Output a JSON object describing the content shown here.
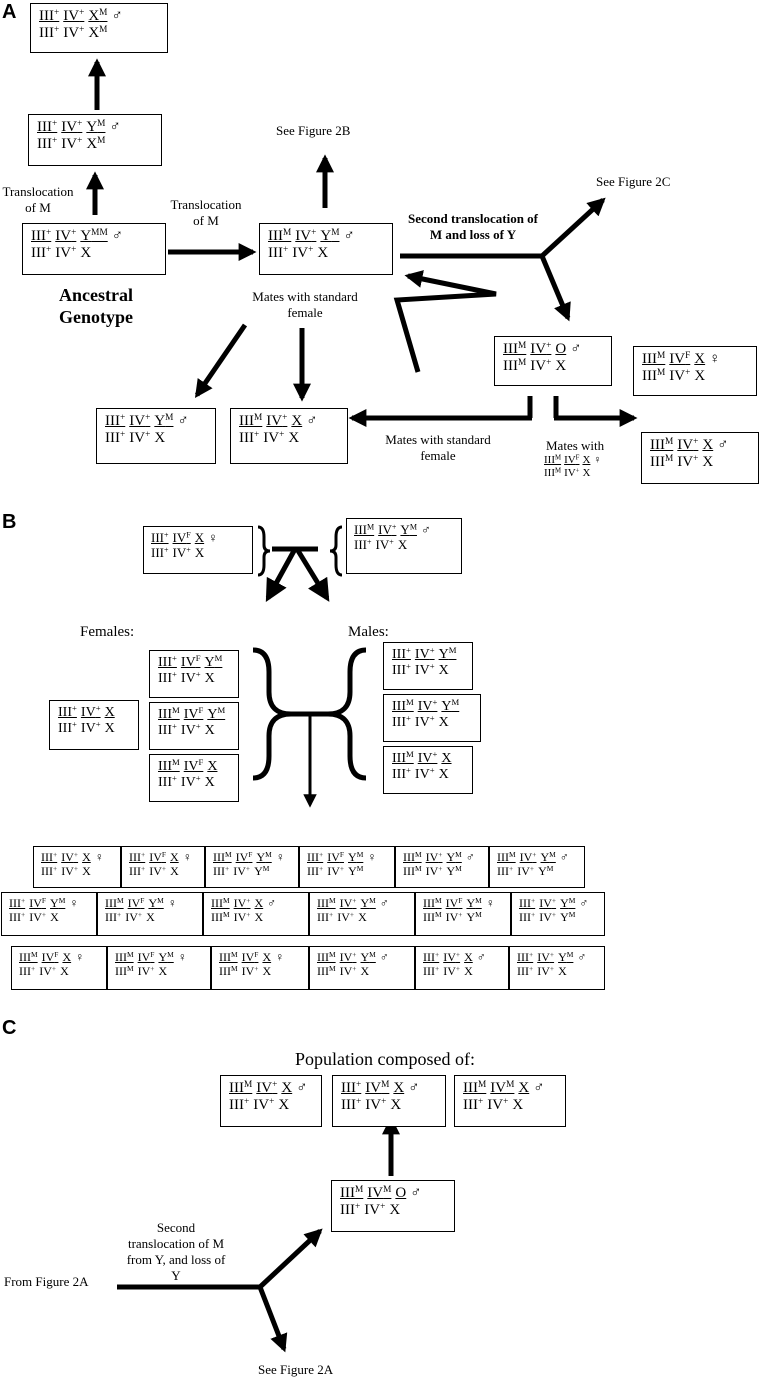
{
  "panels": {
    "a": "A",
    "b": "B",
    "c": "C"
  },
  "labels": {
    "a_translocation_left": "Translocation of M",
    "a_translocation_mid": "Translocation of M",
    "a_see_2b": "See Figure 2B",
    "a_see_2c": "See Figure 2C",
    "a_second_translocation": "Second translocation of M and loss of Y",
    "a_ancestral": "Ancestral Genotype",
    "a_mates_standard_1": "Mates with standard female",
    "a_mates_standard_2": "Mates with standard female",
    "a_mates_with": "Mates with",
    "b_females": "Females:",
    "b_males": "Males:",
    "c_population": "Population composed of:",
    "c_second_translocation": "Second translocation of M from Y, and loss of Y",
    "c_from_2a": "From Figure 2A",
    "c_see_2a": "See Figure 2A"
  },
  "genotypes": [
    {
      "id": "a1",
      "top": [
        "III+",
        "IV+",
        "XM",
        "♂"
      ],
      "bot": [
        "III+",
        "IV+",
        "XM"
      ]
    },
    {
      "id": "a2",
      "top": [
        "III+",
        "IV+",
        "YM",
        "♂"
      ],
      "bot": [
        "III+",
        "IV+",
        "XM"
      ]
    },
    {
      "id": "a3",
      "top": [
        "III+",
        "IV+",
        "YMM",
        "♂"
      ],
      "bot": [
        "III+",
        "IV+",
        "X"
      ]
    },
    {
      "id": "a4",
      "top": [
        "IIIM",
        "IV+",
        "YM",
        "♂"
      ],
      "bot": [
        "III+",
        "IV+",
        "X"
      ]
    },
    {
      "id": "a5",
      "top": [
        "IIIM",
        "IV+",
        "O",
        "♂"
      ],
      "bot": [
        "IIIM",
        "IV+",
        "X"
      ]
    },
    {
      "id": "a6",
      "top": [
        "IIIM",
        "IVF",
        "X",
        "♀"
      ],
      "bot": [
        "IIIM",
        "IV+",
        "X"
      ]
    },
    {
      "id": "a7",
      "top": [
        "III+",
        "IV+",
        "YM",
        "♂"
      ],
      "bot": [
        "III+",
        "IV+",
        "X"
      ]
    },
    {
      "id": "a8",
      "top": [
        "IIIM",
        "IV+",
        "X",
        "♂"
      ],
      "bot": [
        "III+",
        "IV+",
        "X"
      ]
    },
    {
      "id": "a9",
      "top": [
        "IIIM",
        "IV+",
        "X",
        "♂"
      ],
      "bot": [
        "IIIM",
        "IV+",
        "X"
      ]
    },
    {
      "id": "a_inline",
      "top": [
        "IIIM",
        "IVF",
        "X",
        "♀"
      ],
      "bot": [
        "IIIM",
        "IV+",
        "X"
      ]
    },
    {
      "id": "b1",
      "top": [
        "III+",
        "IVF",
        "X",
        "♀"
      ],
      "bot": [
        "III+",
        "IV+",
        "X"
      ]
    },
    {
      "id": "b2",
      "top": [
        "IIIM",
        "IV+",
        "YM",
        "♂"
      ],
      "bot": [
        "III+",
        "IV+",
        "X"
      ]
    },
    {
      "id": "bf0",
      "top": [
        "III+",
        "IV+",
        "X"
      ],
      "bot": [
        "III+",
        "IV+",
        "X"
      ]
    },
    {
      "id": "bf1",
      "top": [
        "III+",
        "IVF",
        "YM"
      ],
      "bot": [
        "III+",
        "IV+",
        "X"
      ]
    },
    {
      "id": "bf2",
      "top": [
        "IIIM",
        "IVF",
        "YM"
      ],
      "bot": [
        "III+",
        "IV+",
        "X"
      ]
    },
    {
      "id": "bf3",
      "top": [
        "IIIM",
        "IVF",
        "X"
      ],
      "bot": [
        "III+",
        "IV+",
        "X"
      ]
    },
    {
      "id": "bm1",
      "top": [
        "III+",
        "IV+",
        "YM"
      ],
      "bot": [
        "III+",
        "IV+",
        "X"
      ]
    },
    {
      "id": "bm2",
      "top": [
        "IIIM",
        "IV+",
        "YM"
      ],
      "bot": [
        "III+",
        "IV+",
        "X"
      ]
    },
    {
      "id": "bm3",
      "top": [
        "IIIM",
        "IV+",
        "X"
      ],
      "bot": [
        "III+",
        "IV+",
        "X"
      ]
    },
    {
      "id": "g1",
      "top": [
        "III+",
        "IV+",
        "X",
        "♀"
      ],
      "bot": [
        "III+",
        "IV+",
        "X"
      ]
    },
    {
      "id": "g2",
      "top": [
        "III+",
        "IVF",
        "X",
        "♀"
      ],
      "bot": [
        "III+",
        "IV+",
        "X"
      ]
    },
    {
      "id": "g3",
      "top": [
        "IIIM",
        "IVF",
        "YM",
        "♀"
      ],
      "bot": [
        "III+",
        "IV+",
        "YM"
      ]
    },
    {
      "id": "g4",
      "top": [
        "III+",
        "IVF",
        "YM",
        "♀"
      ],
      "bot": [
        "III+",
        "IV+",
        "YM"
      ]
    },
    {
      "id": "g5",
      "top": [
        "IIIM",
        "IV+",
        "YM",
        "♂"
      ],
      "bot": [
        "IIIM",
        "IV+",
        "YM"
      ]
    },
    {
      "id": "g6",
      "top": [
        "IIIM",
        "IV+",
        "YM",
        "♂"
      ],
      "bot": [
        "III+",
        "IV+",
        "YM"
      ]
    },
    {
      "id": "g7",
      "top": [
        "III+",
        "IVF",
        "YM",
        "♀"
      ],
      "bot": [
        "III+",
        "IV+",
        "X"
      ]
    },
    {
      "id": "g8",
      "top": [
        "IIIM",
        "IVF",
        "YM",
        "♀"
      ],
      "bot": [
        "III+",
        "IV+",
        "X"
      ]
    },
    {
      "id": "g9",
      "top": [
        "IIIM",
        "IV+",
        "X",
        "♂"
      ],
      "bot": [
        "IIIM",
        "IV+",
        "X"
      ]
    },
    {
      "id": "g10",
      "top": [
        "IIIM",
        "IV+",
        "YM",
        "♂"
      ],
      "bot": [
        "III+",
        "IV+",
        "X"
      ]
    },
    {
      "id": "g11",
      "top": [
        "IIIM",
        "IVF",
        "YM",
        "♀"
      ],
      "bot": [
        "IIIM",
        "IV+",
        "YM"
      ]
    },
    {
      "id": "g12",
      "top": [
        "III+",
        "IV+",
        "YM",
        "♂"
      ],
      "bot": [
        "III+",
        "IV+",
        "YM"
      ]
    },
    {
      "id": "g13",
      "top": [
        "IIIM",
        "IVF",
        "X",
        "♀"
      ],
      "bot": [
        "III+",
        "IV+",
        "X"
      ]
    },
    {
      "id": "g14",
      "top": [
        "IIIM",
        "IVF",
        "YM",
        "♀"
      ],
      "bot": [
        "IIIM",
        "IV+",
        "X"
      ]
    },
    {
      "id": "g15",
      "top": [
        "IIIM",
        "IVF",
        "X",
        "♀"
      ],
      "bot": [
        "IIIM",
        "IV+",
        "X"
      ]
    },
    {
      "id": "g16",
      "top": [
        "IIIM",
        "IV+",
        "YM",
        "♂"
      ],
      "bot": [
        "IIIM",
        "IV+",
        "X"
      ]
    },
    {
      "id": "g17",
      "top": [
        "III+",
        "IV+",
        "X",
        "♂"
      ],
      "bot": [
        "III+",
        "IV+",
        "X"
      ]
    },
    {
      "id": "g18",
      "top": [
        "III+",
        "IV+",
        "YM",
        "♂"
      ],
      "bot": [
        "III+",
        "IV+",
        "X"
      ]
    },
    {
      "id": "c1",
      "top": [
        "IIIM",
        "IV+",
        "X",
        "♂"
      ],
      "bot": [
        "III+",
        "IV+",
        "X"
      ]
    },
    {
      "id": "c2",
      "top": [
        "III+",
        "IVM",
        "X",
        "♂"
      ],
      "bot": [
        "III+",
        "IV+",
        "X"
      ]
    },
    {
      "id": "c3",
      "top": [
        "IIIM",
        "IVM",
        "X",
        "♂"
      ],
      "bot": [
        "III+",
        "IV+",
        "X"
      ]
    },
    {
      "id": "c4",
      "top": [
        "IIIM",
        "IVM",
        "O",
        "♂"
      ],
      "bot": [
        "III+",
        "IV+",
        "X"
      ]
    }
  ]
}
